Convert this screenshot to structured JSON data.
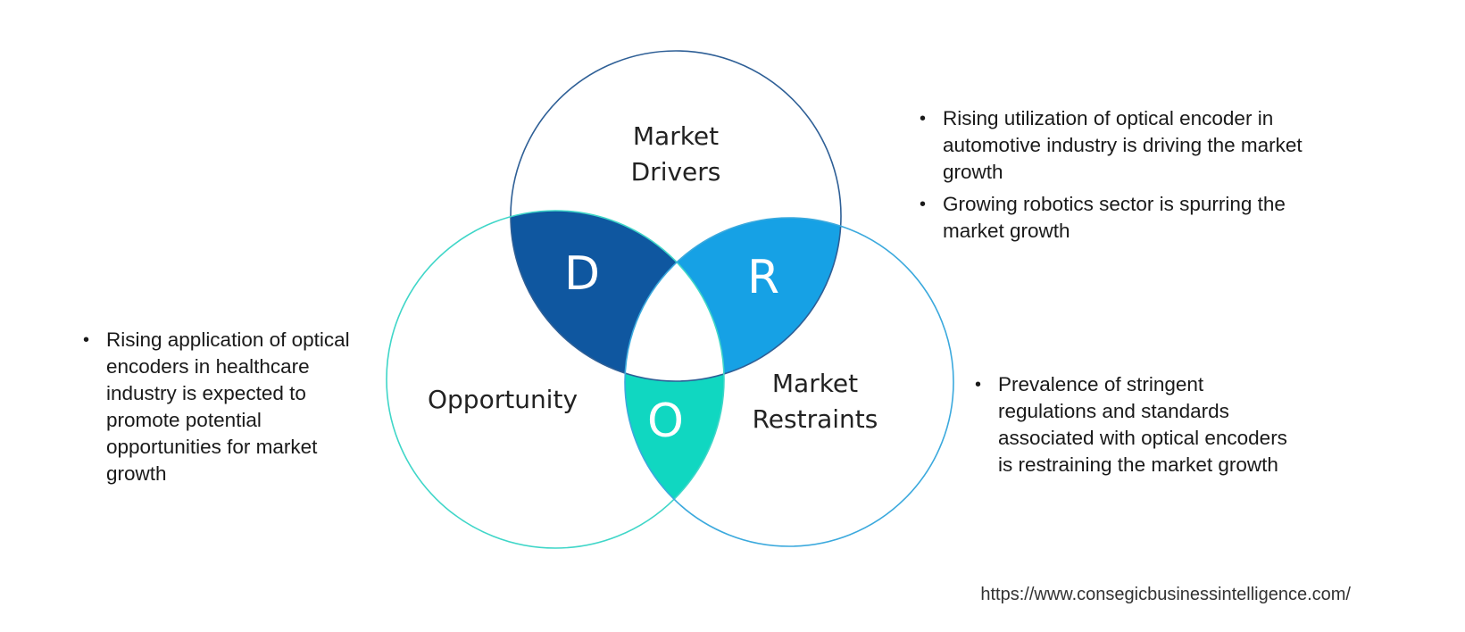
{
  "colors": {
    "drivers_circle": "#2e5f96",
    "restraints_circle": "#3ba9dd",
    "opportunity_circle": "#3fd6c8",
    "region_d": "#0f57a0",
    "region_r": "#16a1e5",
    "region_o": "#10d7c1"
  },
  "circles": {
    "drivers": [
      "Market",
      "Drivers"
    ],
    "restraints": [
      "Market",
      "Restraints"
    ],
    "opportunity": "Opportunity"
  },
  "regions": {
    "d": "D",
    "r": "R",
    "o": "O"
  },
  "drivers_points": [
    "Rising utilization of optical encoder in automotive industry is driving the market growth",
    "Growing robotics sector is spurring the market growth"
  ],
  "restraints_points": [
    "Prevalence of stringent regulations and standards associated with optical encoders is restraining the market growth"
  ],
  "opportunity_points": [
    "Rising application of optical encoders in healthcare industry is expected to promote potential opportunities for market growth"
  ],
  "source_url": "https://www.consegicbusinessintelligence.com/"
}
